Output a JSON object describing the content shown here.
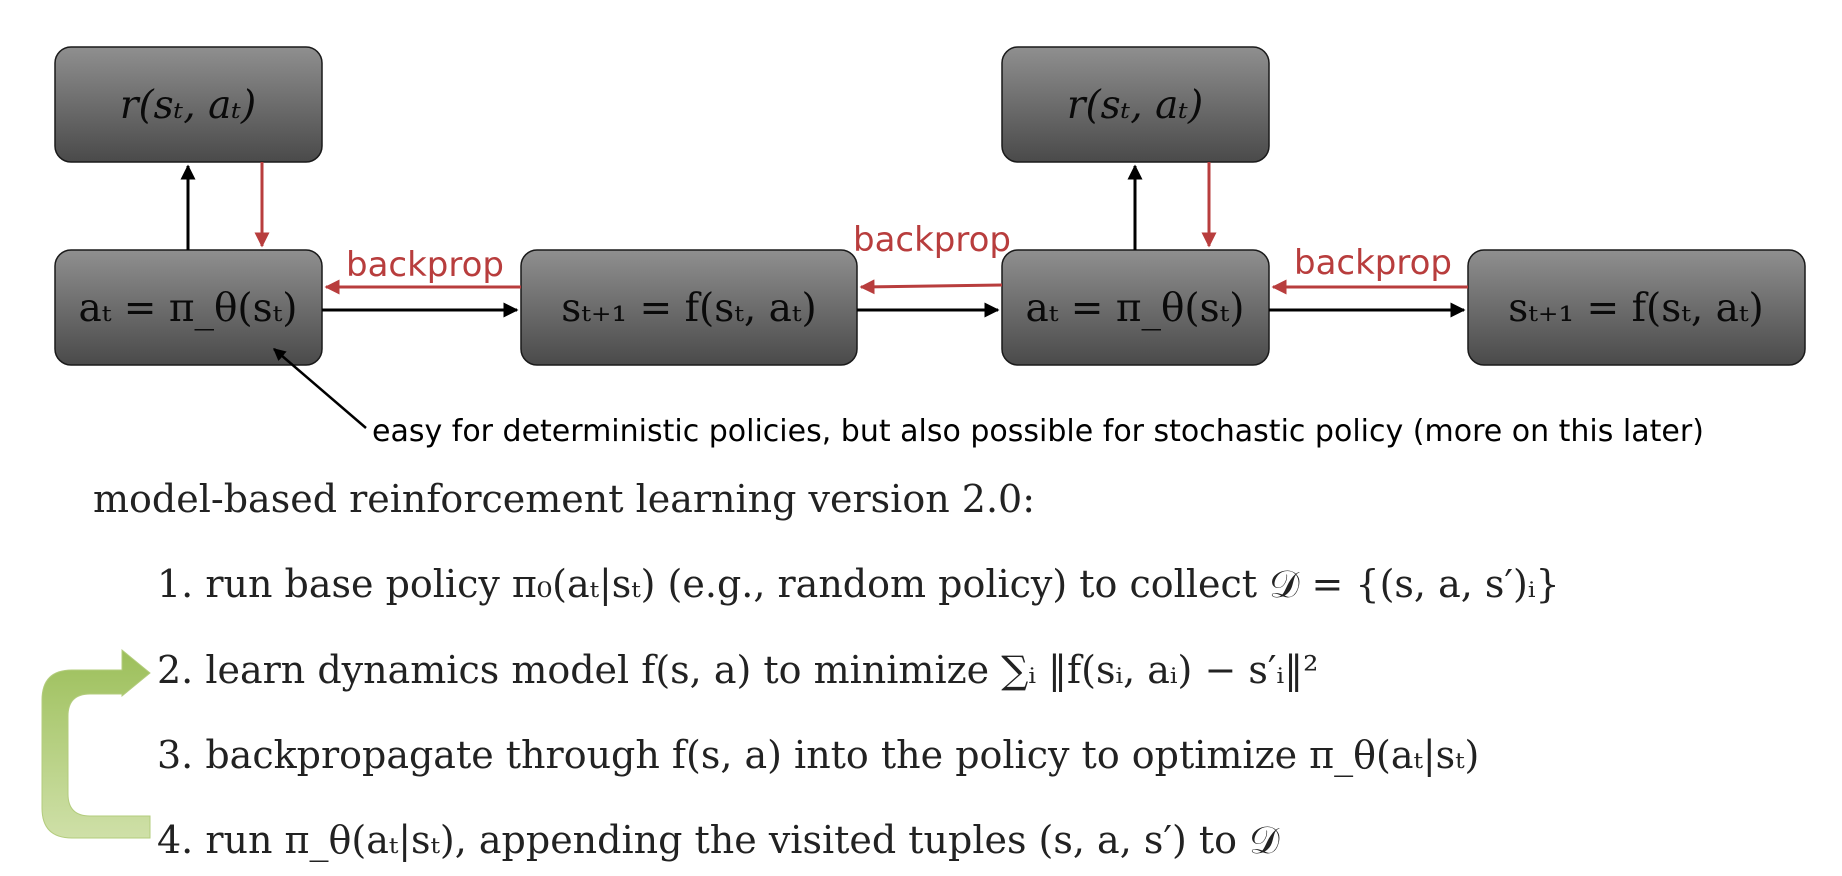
{
  "colors": {
    "box_fill_top": "#8f8f8f",
    "box_fill_bottom": "#4a4a4a",
    "forward_arrow": "#000000",
    "backprop_arrow": "#b83d3d",
    "loop_arrow": "#b3cc7d"
  },
  "diagram": {
    "reward_box_1": "r(sₜ, aₜ)",
    "policy_box_1": "aₜ = π_θ(sₜ)",
    "dynamics_box_1": "sₜ₊₁ = f(sₜ, aₜ)",
    "reward_box_2": "r(sₜ, aₜ)",
    "policy_box_2": "aₜ = π_θ(sₜ)",
    "dynamics_box_2": "sₜ₊₁ = f(sₜ, aₜ)",
    "backprop_label_1": "backprop",
    "backprop_label_2": "backprop",
    "backprop_label_3": "backprop",
    "annotation": "easy for deterministic policies, but also possible for stochastic policy (more on this later)"
  },
  "algorithm": {
    "heading": "model-based reinforcement learning version 2.0:",
    "steps": [
      "1. run base policy π₀(aₜ|sₜ) (e.g., random policy) to collect 𝒟 = {(s, a, s′)ᵢ}",
      "2. learn dynamics model f(s, a) to minimize ∑ᵢ ‖f(sᵢ, aᵢ) − s′ᵢ‖²",
      "3. backpropagate through f(s, a) into the policy to optimize π_θ(aₜ|sₜ)",
      "4. run π_θ(aₜ|sₜ), appending the visited tuples (s, a, s′) to 𝒟"
    ]
  }
}
